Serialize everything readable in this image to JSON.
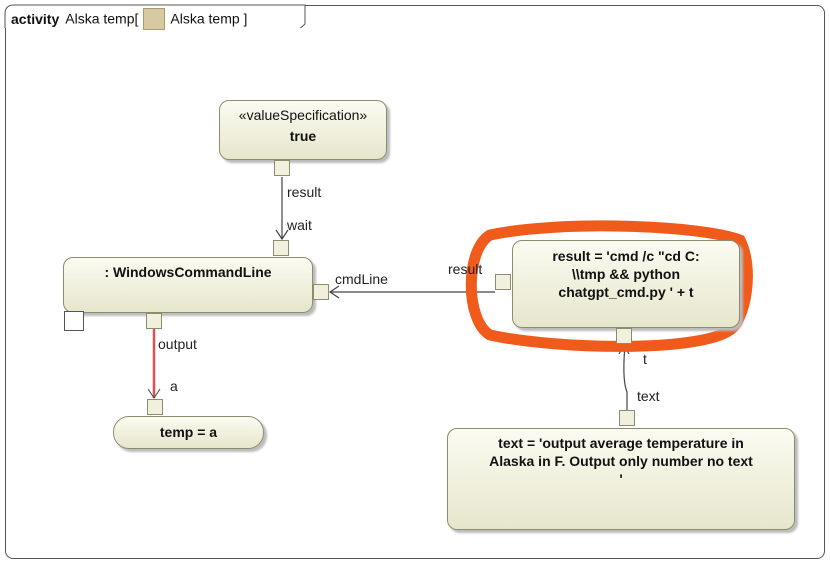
{
  "frame": {
    "kind": "activity",
    "name": "Alska temp",
    "bracket_open": "[",
    "diagram_name": "Alska temp",
    "bracket_close": "]"
  },
  "nodes": {
    "value_spec": {
      "stereotype": "«valueSpecification»",
      "value": "true"
    },
    "windows_cmd": {
      "name": ": WindowsCommandLine"
    },
    "temp": {
      "name": "temp = a"
    },
    "result_expr": {
      "lines": [
        "result = 'cmd /c \"cd C:",
        "\\\\tmp && python",
        "chatgpt_cmd.py ' + t"
      ]
    },
    "text_expr": {
      "lines": [
        "text = 'output average temperature in",
        "Alaska in F. Output only number no text",
        "'"
      ]
    }
  },
  "labels": {
    "result1": "result",
    "wait": "wait",
    "cmdLine": "cmdLine",
    "result2": "result",
    "output": "output",
    "a": "a",
    "t": "t",
    "text": "text"
  },
  "colors": {
    "highlight": "#f05a1a",
    "flow_selected": "#e05050"
  }
}
